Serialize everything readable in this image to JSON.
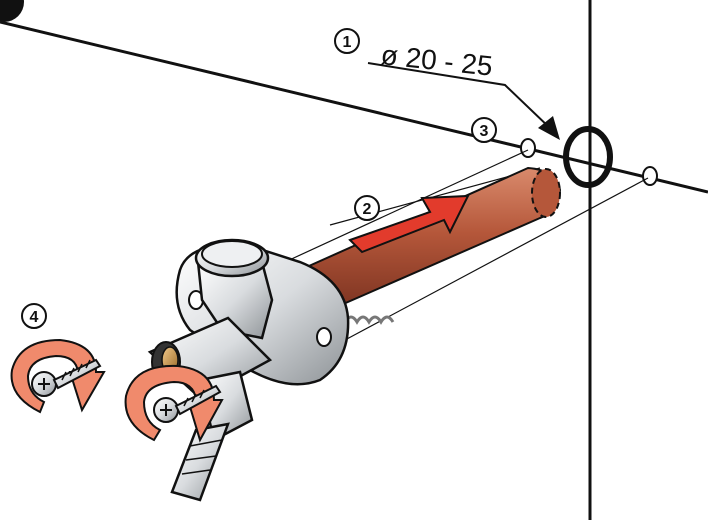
{
  "steps": {
    "step1": {
      "number": "1",
      "label": "ø 20 - 25"
    },
    "step2": {
      "number": "2"
    },
    "step3": {
      "number": "3"
    },
    "step4": {
      "number": "4"
    }
  },
  "colors": {
    "pipe": "#b5573a",
    "pipe_dark": "#8a3a24",
    "arrow_red": "#e23b2c",
    "rotation_arrow": "#f08a6c",
    "chrome": "#d9dcdf",
    "chrome_dark": "#8d9296",
    "brass": "#c08a3a"
  },
  "icons": {
    "direction_arrow": "insert-arrow-icon",
    "rotation_arrow": "clockwise-rotation-icon",
    "screw": "screw-icon"
  }
}
